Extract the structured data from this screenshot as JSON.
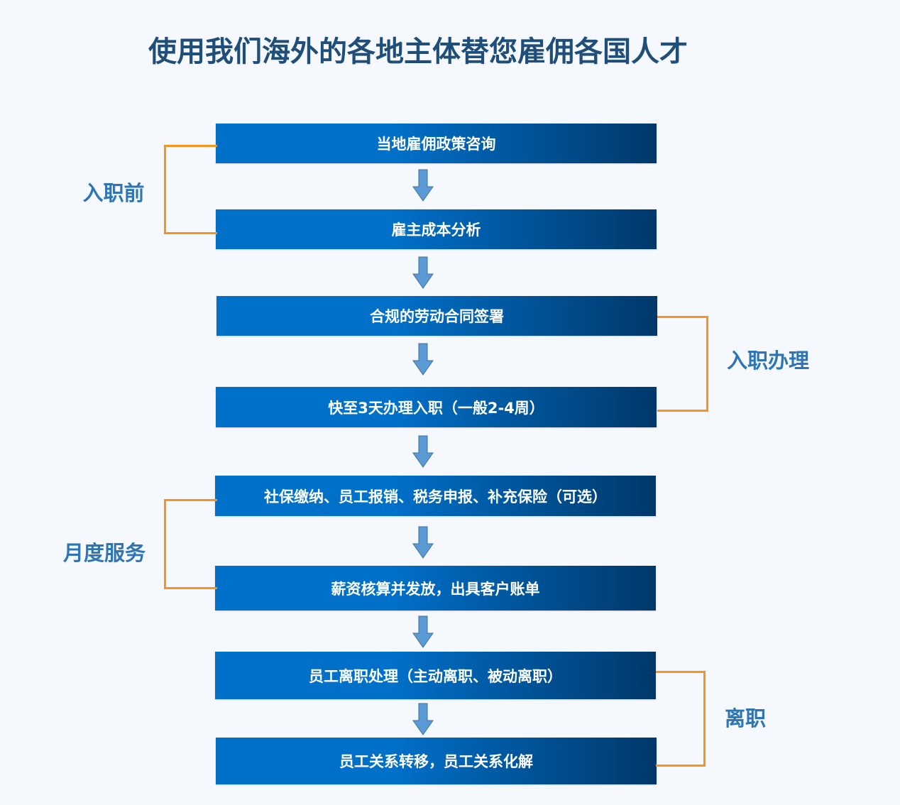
{
  "title": "使用我们海外的各地主体替您雇佣各国人才",
  "steps": [
    "当地雇佣政策咨询",
    "雇主成本分析",
    "合规的劳动合同签署",
    "快至3天办理入职（一般2-4周）",
    "社保缴纳、员工报销、税务申报、补充保险（可选）",
    "薪资核算并发放，出具客户账单",
    "员工离职处理（主动离职、被动离职）",
    "员工关系转移，员工关系化解"
  ],
  "phases": [
    "入职前",
    "入职办理",
    "月度服务",
    "离职"
  ],
  "colors": {
    "bracket": "#f7931e",
    "label": "#2e75b6",
    "arrow": "#5b9bd5"
  }
}
